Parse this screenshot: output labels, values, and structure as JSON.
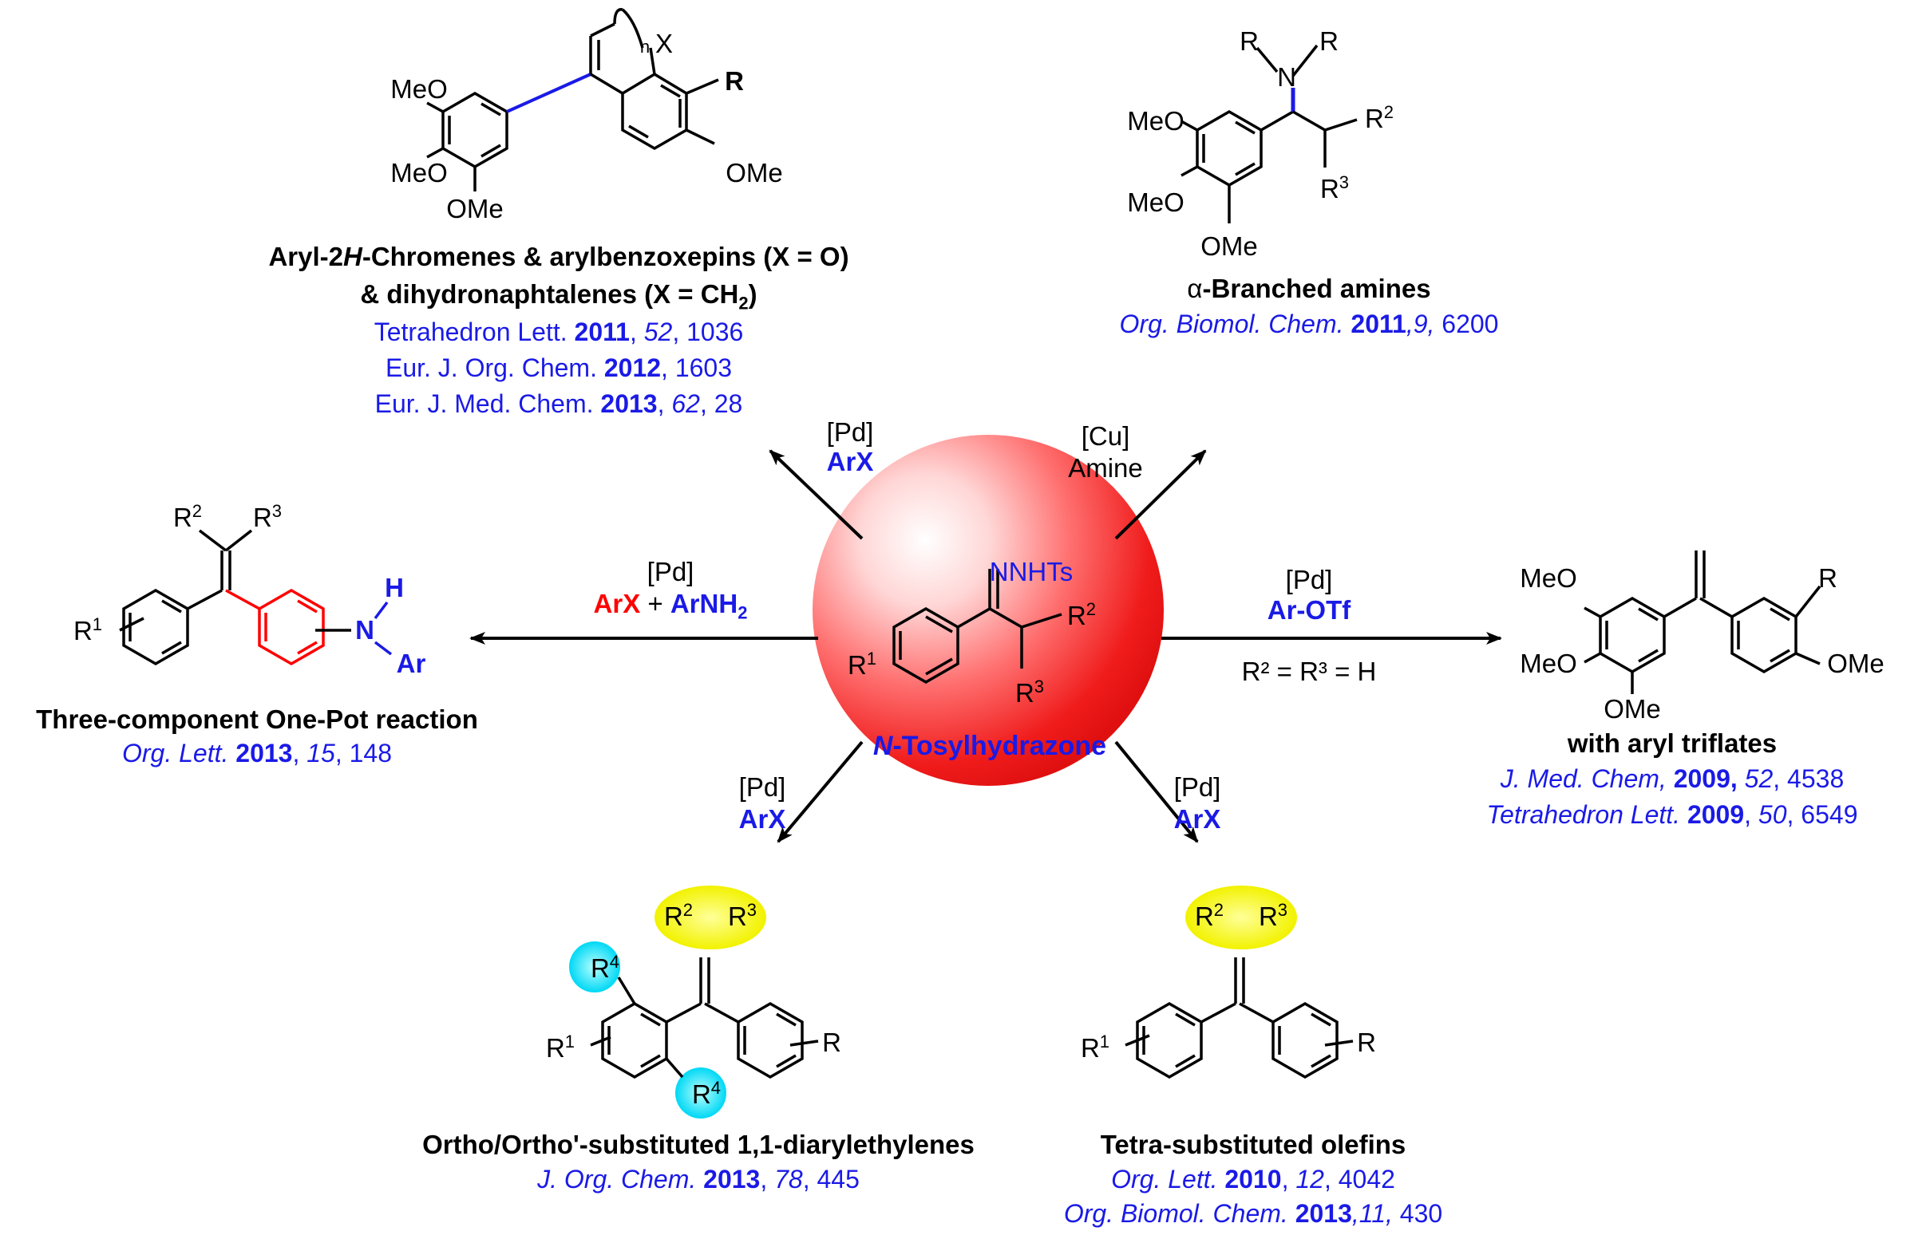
{
  "center": {
    "label_N": "N",
    "label_rest": "-Tosylhydrazone",
    "nnhts": "NNHTs",
    "r1": "R",
    "r1_sup": "1",
    "r2": "R",
    "r2_sup": "2",
    "r3": "R",
    "r3_sup": "3"
  },
  "arrows": {
    "top_left": {
      "cat": "[Pd]",
      "reagent": "ArX"
    },
    "top_right": {
      "cat": "[Cu]",
      "reagent": "Amine"
    },
    "left": {
      "cat": "[Pd]",
      "reagent_red": "ArX",
      "plus": " + ",
      "reagent_blue": "ArNH",
      "reagent_blue_sub": "2"
    },
    "right": {
      "cat": "[Pd]",
      "reagent": "Ar-OTf",
      "cond": "R² = R³ = H"
    },
    "bottom_left": {
      "cat": "[Pd]",
      "reagent": "ArX"
    },
    "bottom_right": {
      "cat": "[Pd]",
      "reagent": "ArX"
    }
  },
  "products": {
    "chromenes": {
      "title1_a": "Aryl-2",
      "title1_b": "H",
      "title1_c": "-Chromenes & arylbenzoxepins (X = O)",
      "title2": "& dihydronaphtalenes (X = CH",
      "title2_sub": "2",
      "title2_end": ")",
      "refs": [
        {
          "journal": "Tetrahedron Lett. ",
          "year": "2011",
          "vol": "52",
          "page": ", 1036"
        },
        {
          "journal": "Eur. J. Org. Chem. ",
          "year": "2012",
          "vol": "",
          "page": ", 1603"
        },
        {
          "journal": "Eur. J. Med. Chem. ",
          "year": "2013",
          "vol": "62",
          "page": ", 28"
        }
      ],
      "labels": {
        "meo1": "MeO",
        "meo2": "MeO",
        "ome_b": "OMe",
        "ome_r": "OMe",
        "r": "R",
        "x": "X",
        "n": "n"
      }
    },
    "amines": {
      "title_alpha": "α",
      "title_rest": "-Branched amines",
      "ref_journal": "Org. Biomol. Chem. ",
      "ref_year": "2011",
      "ref_vol": ",9,",
      "ref_page": " 6200",
      "labels": {
        "r_a": "R",
        "r_b": "R",
        "n": "N",
        "meo1": "MeO",
        "meo2": "MeO",
        "ome": "OMe",
        "r2": "R",
        "r2_sup": "2",
        "r3": "R",
        "r3_sup": "3"
      }
    },
    "three_component": {
      "title": "Three-component One-Pot reaction",
      "ref_journal": "Org. Lett.",
      "ref_year": "2013",
      "ref_vol": "15",
      "ref_page": ", 148",
      "labels": {
        "r1": "R",
        "r1_sup": "1",
        "r2": "R",
        "r2_sup": "2",
        "r3": "R",
        "r3_sup": "3",
        "h": "H",
        "n": "N",
        "ar": "Ar"
      }
    },
    "triflates": {
      "title": "with aryl triflates",
      "refs": [
        {
          "journal": "J. Med. Chem, ",
          "year": "2009,",
          "vol": "52",
          "page": ", 4538"
        },
        {
          "journal": "Tetrahedron Lett. ",
          "year": "2009",
          "vol": "50",
          "page": ", 6549"
        }
      ],
      "labels": {
        "meo1": "MeO",
        "meo2": "MeO",
        "ome_b": "OMe",
        "ome_r": "OMe",
        "r": "R"
      }
    },
    "ortho": {
      "title": "Ortho/Ortho'-substituted 1,1-diarylethylenes",
      "ref_journal": "J. Org. Chem. ",
      "ref_year": "2013",
      "ref_vol": "78",
      "ref_page": ", 445",
      "labels": {
        "r1": "R",
        "r1_sup": "1",
        "r2": "R",
        "r2_sup": "2",
        "r3": "R",
        "r3_sup": "3",
        "r4a": "R",
        "r4a_sup": "4",
        "r4b": "R",
        "r4b_sup": "4",
        "r": "R"
      }
    },
    "tetra": {
      "title": "Tetra-substituted olefins",
      "refs": [
        {
          "journal": "Org. Lett. ",
          "year": "2010",
          "vol": "12",
          "page": ", 4042"
        },
        {
          "journal": "Org. Biomol. Chem. ",
          "year": "2013",
          "vol": ",11,",
          "page": " 430"
        }
      ],
      "labels": {
        "r1": "R",
        "r1_sup": "1",
        "r2": "R",
        "r2_sup": "2",
        "r3": "R",
        "r3_sup": "3",
        "r": "R"
      }
    }
  },
  "colors": {
    "blue": "#1a1ae6",
    "red": "#ff0000",
    "sphere": "#e8101a",
    "highlight_yellow": "#f5f500",
    "highlight_cyan": "#00e0ff"
  }
}
